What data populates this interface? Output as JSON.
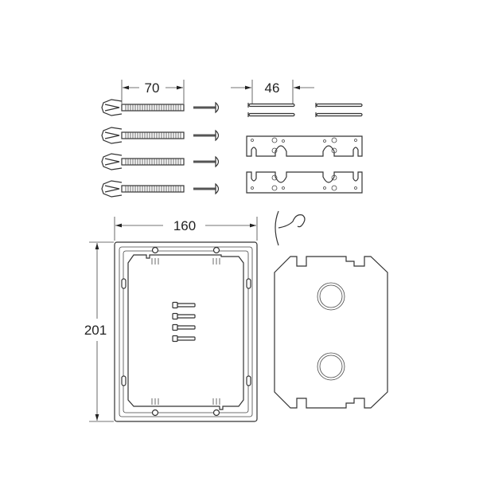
{
  "dimensions": {
    "anchor_length": "70",
    "pin_spacing": "46",
    "frame_width": "160",
    "frame_height": "201"
  },
  "colors": {
    "line": "#333333",
    "background": "#ffffff"
  }
}
